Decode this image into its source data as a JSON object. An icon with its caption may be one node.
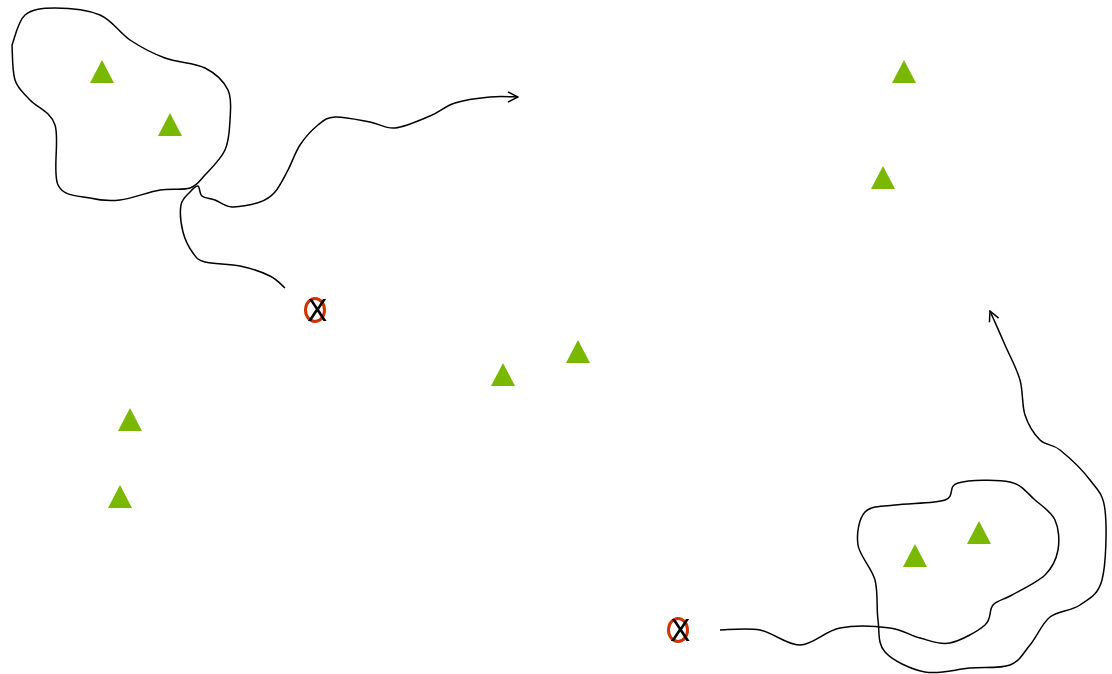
{
  "diagram": {
    "nodes": [
      {
        "text": [
          "X"
        ]
      },
      {
        "text": [
          "X"
        ]
      }
    ],
    "edges": [
      {
        "from": 0,
        "to": null,
        "arrow": "to"
      },
      {
        "from": 1,
        "to": null,
        "arrow": "to"
      }
    ]
  }
}
